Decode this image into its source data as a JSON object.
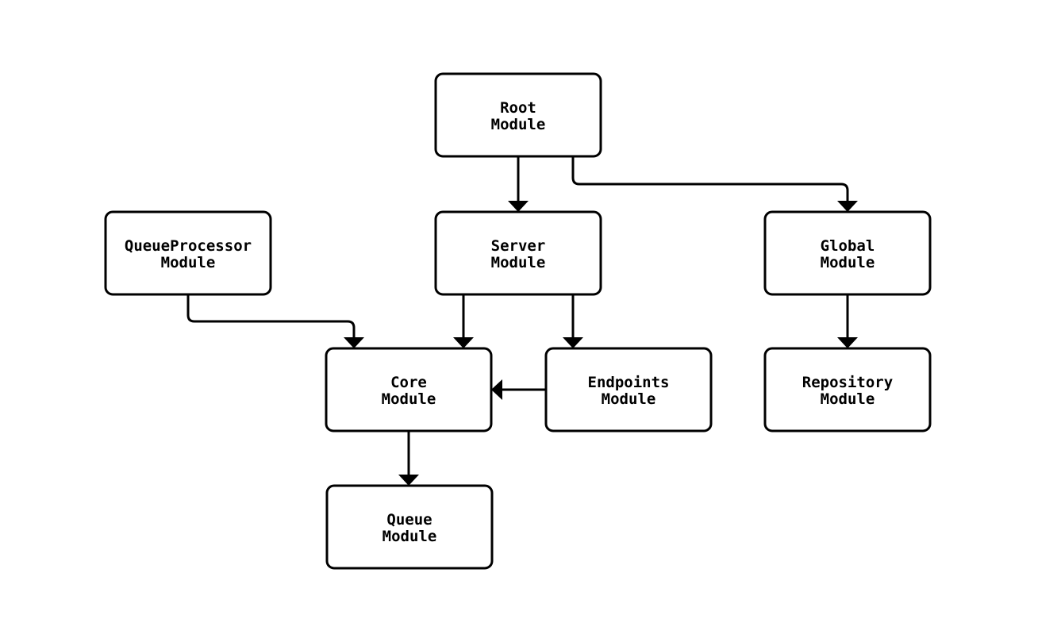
{
  "diagram": {
    "type": "module-dependency-diagram",
    "background_color": "#ffffff",
    "node_fill_color": "#ffffff",
    "stroke_color": "#000000",
    "text_color": "#000000",
    "nodes": {
      "root": {
        "label": "Root Module",
        "line1": "Root",
        "line2": "Module"
      },
      "server": {
        "label": "Server Module",
        "line1": "Server",
        "line2": "Module"
      },
      "queueprocessor": {
        "label": "QueueProcessor Module",
        "line1": "QueueProcessor",
        "line2": "Module"
      },
      "global": {
        "label": "Global Module",
        "line1": "Global",
        "line2": "Module"
      },
      "core": {
        "label": "Core Module",
        "line1": "Core",
        "line2": "Module"
      },
      "endpoints": {
        "label": "Endpoints Module",
        "line1": "Endpoints",
        "line2": "Module"
      },
      "repository": {
        "label": "Repository Module",
        "line1": "Repository",
        "line2": "Module"
      },
      "queue": {
        "label": "Queue Module",
        "line1": "Queue",
        "line2": "Module"
      }
    },
    "edges": [
      {
        "from": "Root Module",
        "to": "Server Module"
      },
      {
        "from": "Root Module",
        "to": "Global Module"
      },
      {
        "from": "QueueProcessor Module",
        "to": "Core Module"
      },
      {
        "from": "Server Module",
        "to": "Core Module"
      },
      {
        "from": "Server Module",
        "to": "Endpoints Module"
      },
      {
        "from": "Endpoints Module",
        "to": "Core Module"
      },
      {
        "from": "Global Module",
        "to": "Repository Module"
      },
      {
        "from": "Core Module",
        "to": "Queue Module"
      }
    ]
  }
}
